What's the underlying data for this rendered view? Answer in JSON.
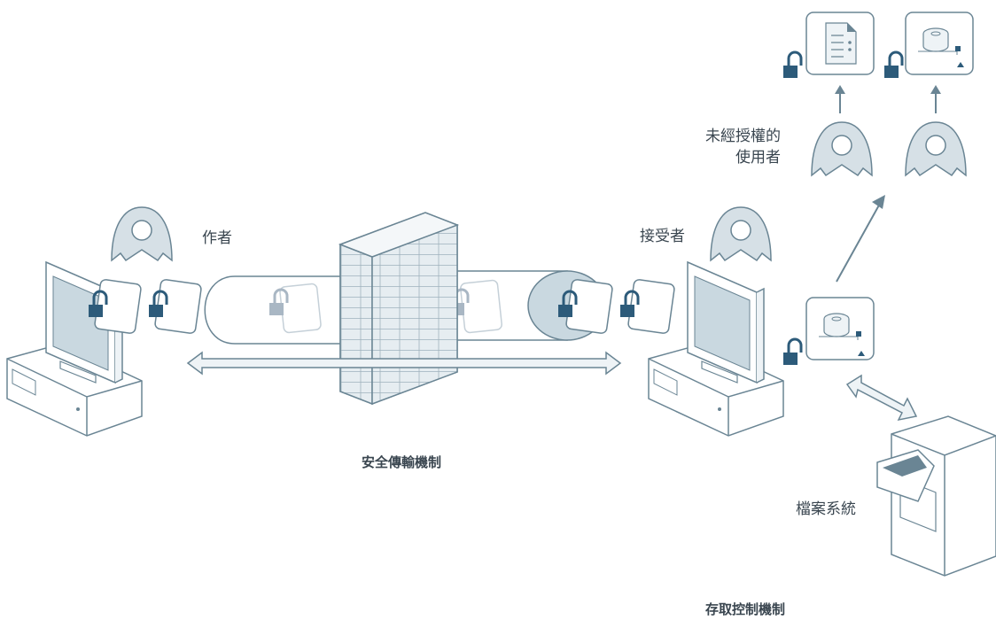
{
  "labels": {
    "author": "作者",
    "receiver": "接受者",
    "unauthorized_line1": "未經授權的",
    "unauthorized_line2": "使用者",
    "file_system": "檔案系統",
    "secure_transport": "安全傳輸機制",
    "access_control": "存取控制機制"
  },
  "colors": {
    "outline": "#6a8594",
    "fill_light": "#eef3f6",
    "fill_mid": "#c9d8e0",
    "lock_dark": "#2d5b7a",
    "faded_lock": "#a9b7c4",
    "text": "#3a4650"
  }
}
